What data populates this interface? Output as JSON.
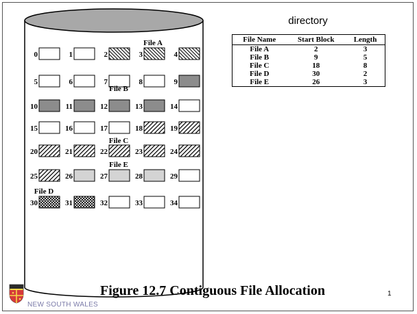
{
  "directory": {
    "title": "directory",
    "headers": [
      "File Name",
      "Start Block",
      "Length"
    ],
    "rows": [
      [
        "File A",
        "2",
        "3"
      ],
      [
        "File B",
        "9",
        "5"
      ],
      [
        "File C",
        "18",
        "8"
      ],
      [
        "File D",
        "30",
        "2"
      ],
      [
        "File E",
        "26",
        "3"
      ]
    ]
  },
  "disk": {
    "blocks": [
      {
        "n": "0",
        "fill": "empty"
      },
      {
        "n": "1",
        "fill": "empty"
      },
      {
        "n": "2",
        "fill": "backslash"
      },
      {
        "n": "3",
        "fill": "backslash"
      },
      {
        "n": "4",
        "fill": "backslash"
      },
      {
        "n": "5",
        "fill": "empty"
      },
      {
        "n": "6",
        "fill": "empty"
      },
      {
        "n": "7",
        "fill": "empty"
      },
      {
        "n": "8",
        "fill": "empty"
      },
      {
        "n": "9",
        "fill": "dark"
      },
      {
        "n": "10",
        "fill": "dark"
      },
      {
        "n": "11",
        "fill": "dark"
      },
      {
        "n": "12",
        "fill": "dark"
      },
      {
        "n": "13",
        "fill": "dark"
      },
      {
        "n": "14",
        "fill": "empty"
      },
      {
        "n": "15",
        "fill": "empty"
      },
      {
        "n": "16",
        "fill": "empty"
      },
      {
        "n": "17",
        "fill": "empty"
      },
      {
        "n": "18",
        "fill": "slash"
      },
      {
        "n": "19",
        "fill": "slash"
      },
      {
        "n": "20",
        "fill": "slash"
      },
      {
        "n": "21",
        "fill": "slash"
      },
      {
        "n": "22",
        "fill": "slash"
      },
      {
        "n": "23",
        "fill": "slash"
      },
      {
        "n": "24",
        "fill": "slash"
      },
      {
        "n": "25",
        "fill": "slash"
      },
      {
        "n": "26",
        "fill": "light"
      },
      {
        "n": "27",
        "fill": "light"
      },
      {
        "n": "28",
        "fill": "light"
      },
      {
        "n": "29",
        "fill": "empty"
      },
      {
        "n": "30",
        "fill": "cross"
      },
      {
        "n": "31",
        "fill": "cross"
      },
      {
        "n": "32",
        "fill": "empty"
      },
      {
        "n": "33",
        "fill": "empty"
      },
      {
        "n": "34",
        "fill": "empty"
      }
    ],
    "file_labels": [
      "File A",
      "File B",
      "File C",
      "File E",
      "File D"
    ]
  },
  "caption": "Figure 12.7   Contiguous File Allocation",
  "page_number": "1",
  "logo_text": "NEW SOUTH WALES",
  "colors": {
    "disk_top": "#a8a8a8",
    "dark_block": "#8c8c8c",
    "light_block": "#d4d4d4",
    "logo_text": "#7a7aa8"
  }
}
